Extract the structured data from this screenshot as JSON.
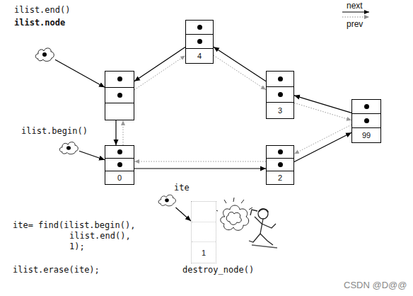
{
  "diagram": {
    "nodes": [
      {
        "text": [
          "ilist.end()",
          "ilist.node"
        ]
      },
      {
        "text": []
      },
      {
        "text": [
          "4"
        ]
      },
      {
        "text": [
          "3"
        ]
      },
      {
        "text": [
          "99"
        ]
      },
      {
        "text": [
          "ilist.begin()"
        ]
      },
      {
        "text": [
          "0"
        ]
      },
      {
        "text": [
          "2"
        ]
      },
      {
        "text": [
          "ite"
        ]
      },
      {
        "text": [
          "1"
        ]
      }
    ],
    "edges": [
      {
        "from": 0,
        "to": 1,
        "arrow": "to"
      },
      {
        "from": 1,
        "to": 6,
        "arrow": "to"
      },
      {
        "from": 6,
        "to": 7,
        "arrow": "to"
      },
      {
        "from": 7,
        "to": 4,
        "arrow": "to"
      },
      {
        "from": 4,
        "to": 3,
        "arrow": "to"
      },
      {
        "from": 3,
        "to": 2,
        "arrow": "to"
      },
      {
        "from": 2,
        "to": 1,
        "arrow": "to"
      },
      {
        "from": 1,
        "to": 2,
        "arrow": "to"
      },
      {
        "from": 2,
        "to": 3,
        "arrow": "to"
      },
      {
        "from": 3,
        "to": 4,
        "arrow": "to"
      },
      {
        "from": 4,
        "to": 7,
        "arrow": "to"
      },
      {
        "from": 7,
        "to": 6,
        "arrow": "to"
      },
      {
        "from": 6,
        "to": 1,
        "arrow": "to"
      },
      {
        "from": 5,
        "to": 6,
        "arrow": "to"
      },
      {
        "from": 8,
        "to": 9,
        "arrow": "to"
      }
    ],
    "labels": [
      "ite= find(ilist.begin(), ilist.end(), 1);",
      "ilist.erase(ite);",
      "destroy_node()",
      "CSDN @D@@"
    ],
    "legend": [
      {
        "text": "next"
      },
      {
        "text": "prev"
      }
    ]
  }
}
